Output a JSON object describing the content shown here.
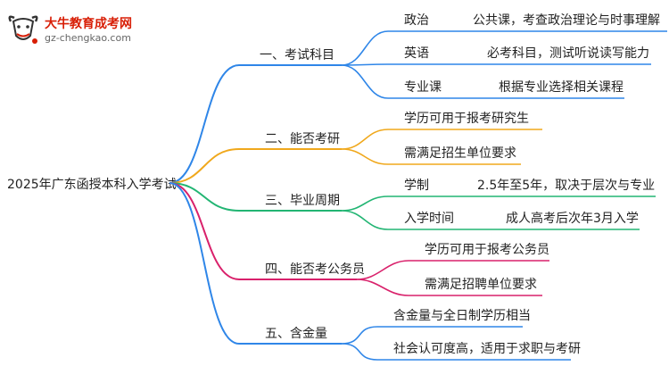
{
  "logo": {
    "title": "大牛教育成考网",
    "url": "gz-chengkao.com"
  },
  "root": "2025年广东函授本科入学考试",
  "branches": [
    {
      "label": "一、考试科目",
      "color": "#2f86e8",
      "leaves": [
        {
          "key": "政治",
          "value": "公共课，考查政治理论与时事理解"
        },
        {
          "key": "英语",
          "value": "必考科目，测试听说读写能力"
        },
        {
          "key": "专业课",
          "value": "根据专业选择相关课程"
        }
      ]
    },
    {
      "label": "二、能否考研",
      "color": "#f0a81c",
      "leaves": [
        {
          "key": "学历可用于报考研究生",
          "value": ""
        },
        {
          "key": "需满足招生单位要求",
          "value": ""
        }
      ]
    },
    {
      "label": "三、毕业周期",
      "color": "#22b573",
      "leaves": [
        {
          "key": "学制",
          "value": "2.5年至5年，取决于层次与专业"
        },
        {
          "key": "入学时间",
          "value": "成人高考后次年3月入学"
        }
      ]
    },
    {
      "label": "四、能否考公务员",
      "color": "#d9216b",
      "leaves": [
        {
          "key": "学历可用于报考公务员",
          "value": ""
        },
        {
          "key": "需满足招聘单位要求",
          "value": ""
        }
      ]
    },
    {
      "label": "五、含金量",
      "color": "#2f86e8",
      "leaves": [
        {
          "key": "含金量与全日制学历相当",
          "value": ""
        },
        {
          "key": "社会认可度高，适用于求职与考研",
          "value": ""
        }
      ]
    }
  ]
}
